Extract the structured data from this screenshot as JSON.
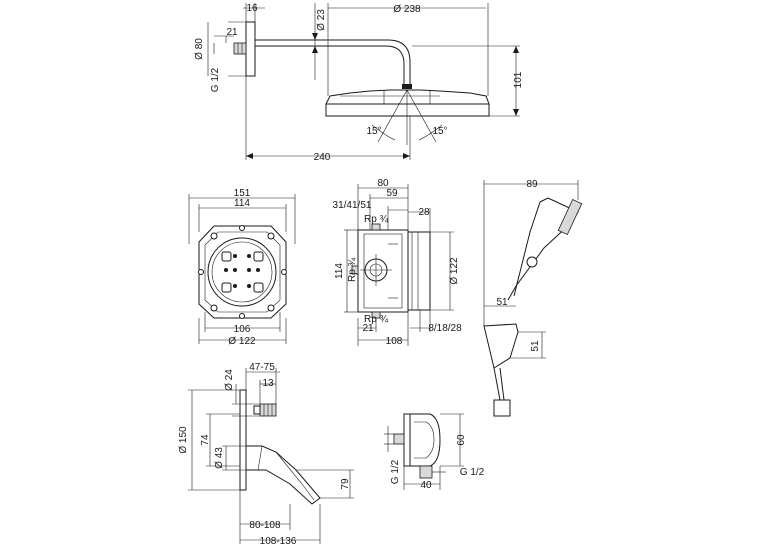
{
  "views": {
    "head_shower": {
      "d_arm_tube": "Ø 23",
      "d_head": "Ø 238",
      "d_rosette": "Ø 80",
      "arm_offset": "21",
      "rosette_depth": "16",
      "thread": "G 1/2",
      "arm_length": "240",
      "head_drop": "101",
      "tilt_left": "15°",
      "tilt_right": "15°"
    },
    "rough_in_front": {
      "outer_width": "151",
      "inner_width": "114",
      "bottom_inner": "106",
      "bottom_diameter": "Ø 122"
    },
    "rough_in_side": {
      "total_depth": "80",
      "depth_59": "59",
      "depth_options": "31/41/51",
      "depth_28": "28",
      "port_top": "Rp ¾",
      "port_side": "Rp ¾",
      "port_bottom": "Rp ¾",
      "height": "114",
      "diameter": "Ø 122",
      "offset_21": "21",
      "bottom_width": "108",
      "range_8_18_28": "8/18/28"
    },
    "hand_shower": {
      "height_89": "89",
      "depth_51": "51",
      "holder_51": "51"
    },
    "mixer": {
      "range_47_75": "47-75",
      "d_24": "Ø 24",
      "offset_13": "13",
      "d_150": "Ø 150",
      "dim_74": "74",
      "d_43": "Ø 43",
      "height_79": "79",
      "range_80_108": "80-108",
      "range_108_136": "108-136"
    },
    "wall_outlet": {
      "height_60": "60",
      "thread_left": "G 1/2",
      "thread_right": "G 1/2",
      "depth_40": "40"
    }
  }
}
